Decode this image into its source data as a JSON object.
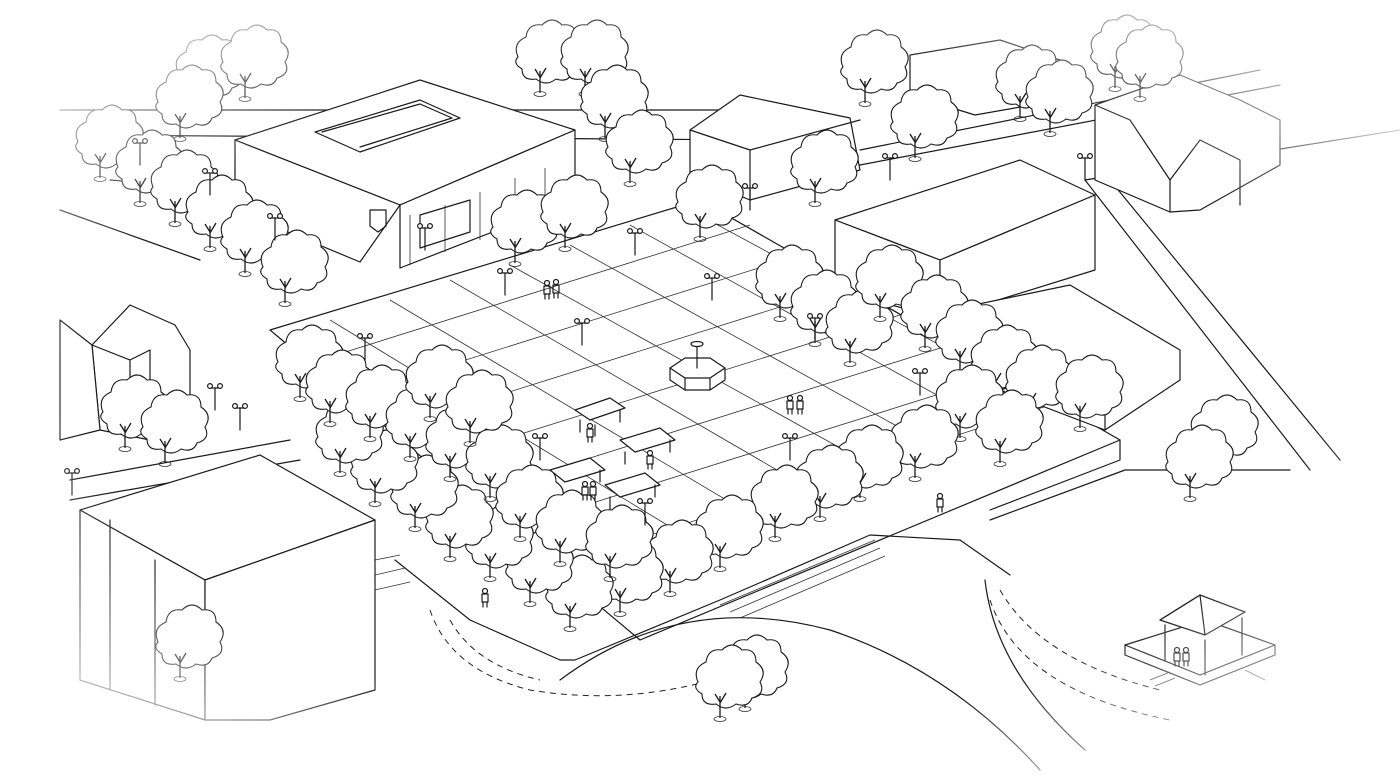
{
  "image": {
    "subject": "",
    "style": "black ink line drawing on white",
    "ink_color": "#1a1a1a",
    "paper_color": "#ffffff"
  },
  "elements": {
    "buildings": [
      "courtyard-building",
      "gable-house-left",
      "gable-house-top",
      "gable-house-right",
      "flat-roof-block-right",
      "low-wing-right",
      "block-bottom-left"
    ],
    "features": [
      "octagonal-fountain",
      "pergola-benches",
      "gazebo",
      "plaza-grid",
      "stepped-terrace",
      "curved-path"
    ],
    "icons": [
      "tree-icon",
      "lamp-post-icon",
      "person-icon"
    ]
  }
}
